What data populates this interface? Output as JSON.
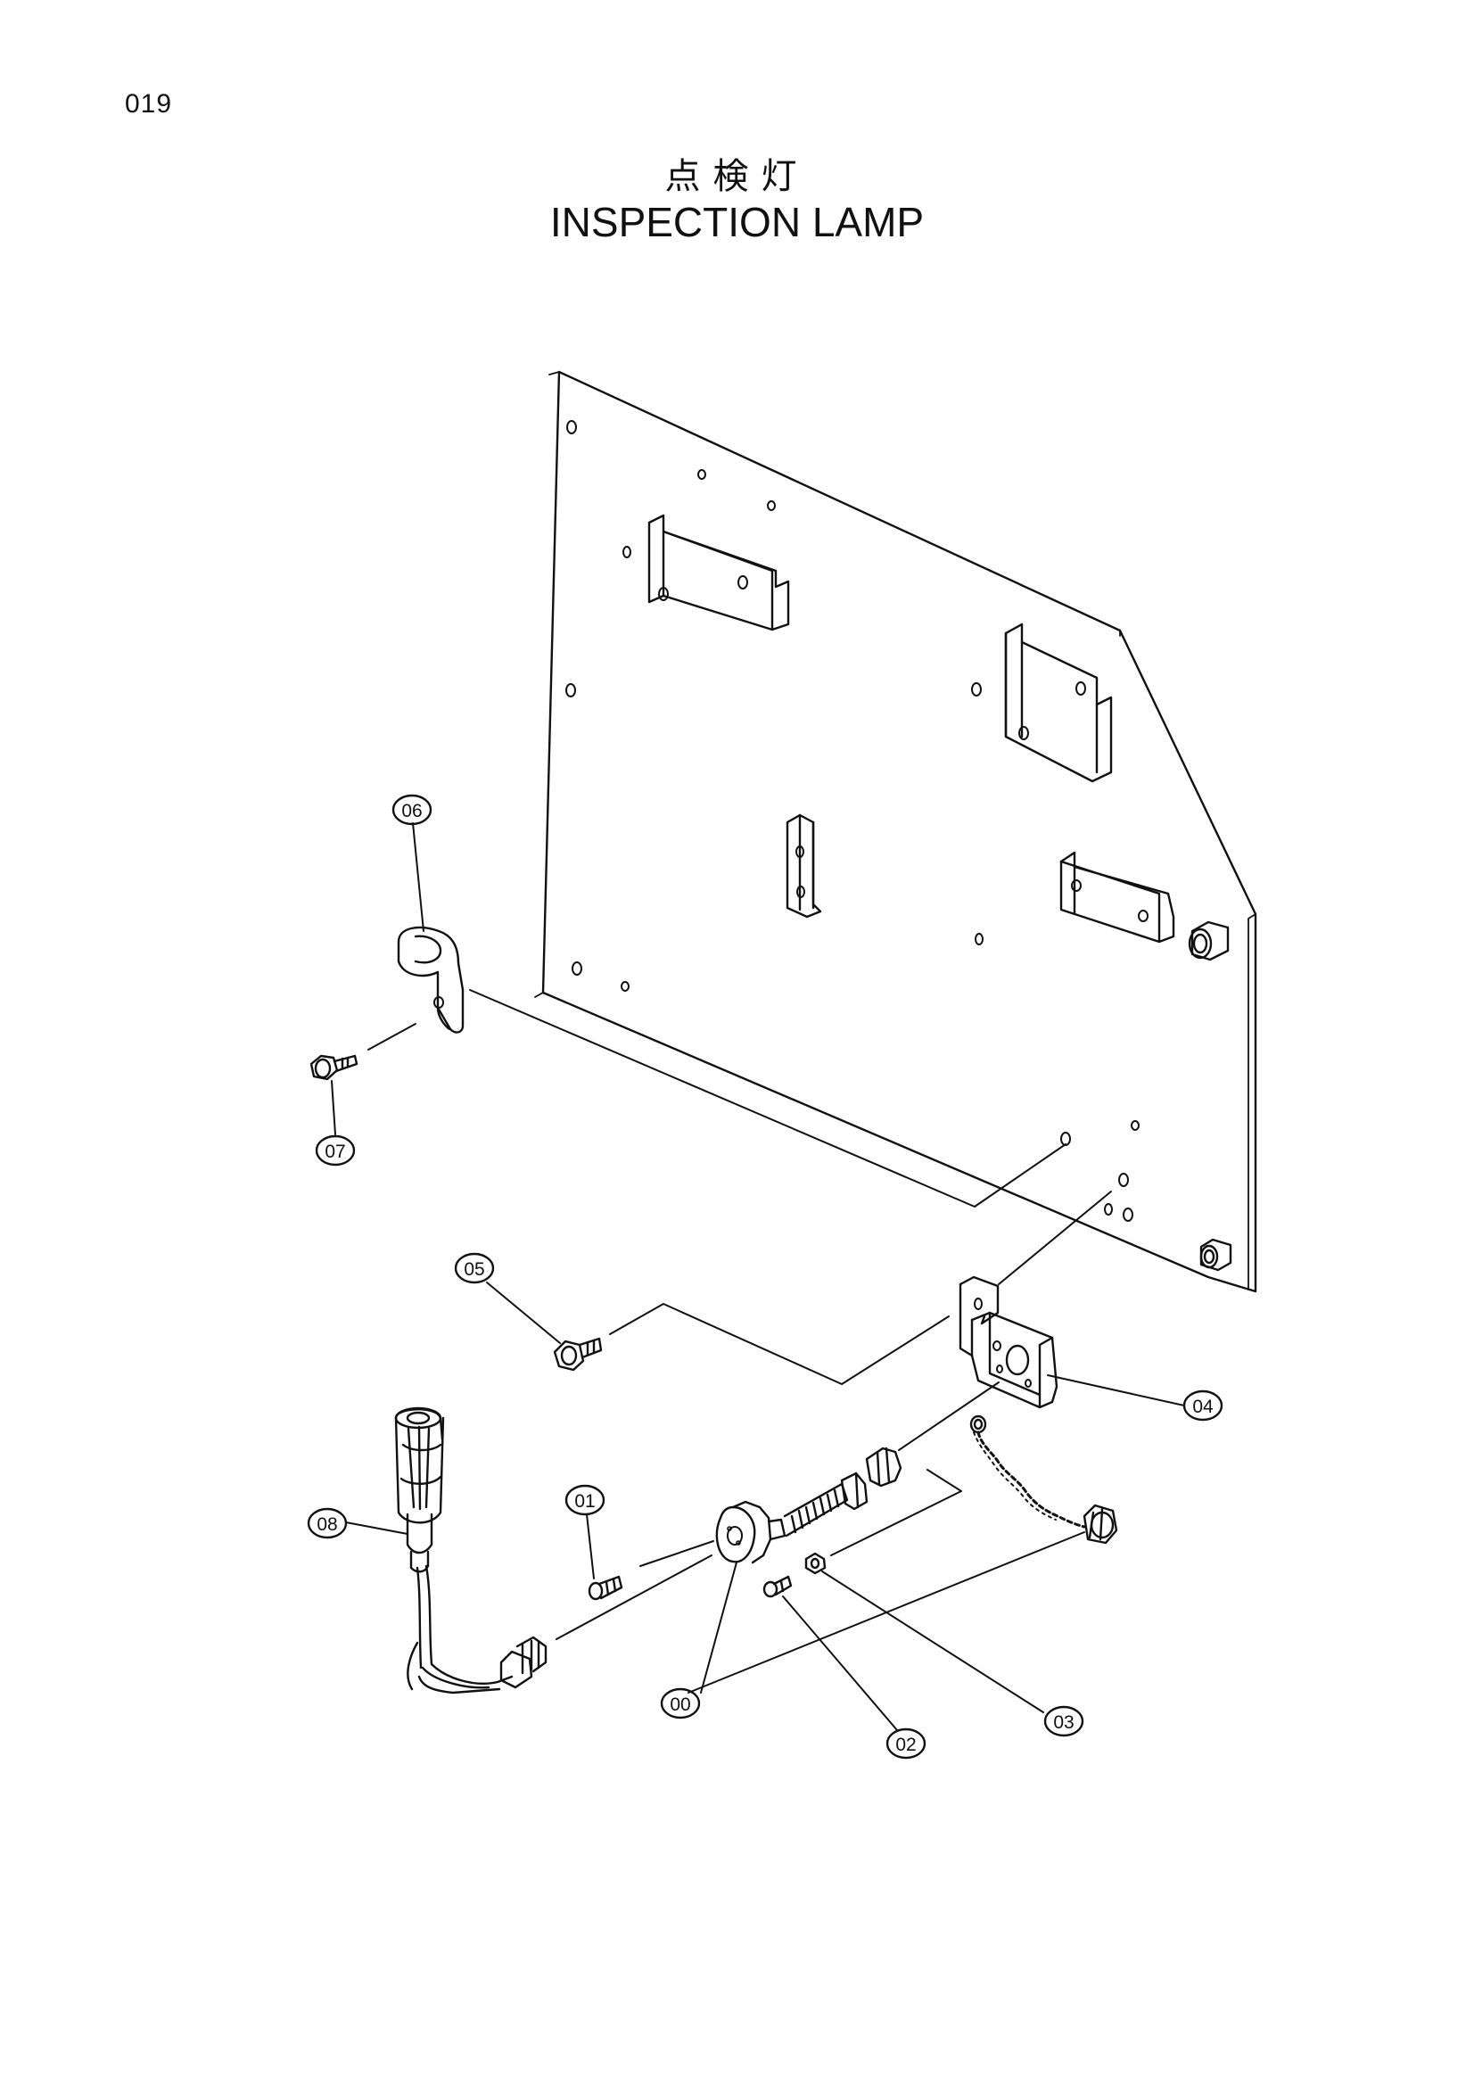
{
  "page_number": "019",
  "title_jp": "点検灯",
  "title_en": "INSPECTION LAMP",
  "callouts": [
    "06",
    "07",
    "05",
    "04",
    "01",
    "08",
    "00",
    "02",
    "03"
  ]
}
